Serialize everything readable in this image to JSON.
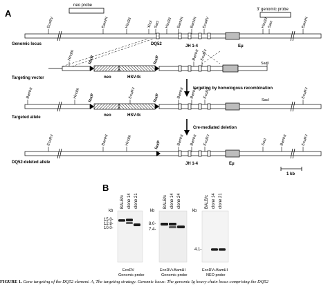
{
  "panel_a": {
    "label": "A",
    "neo_probe": "neo probe",
    "genomic_probe": "3' genomic probe",
    "rows": {
      "genomic_locus": "Genomic locus",
      "targeting_vector": "Targeting vector",
      "targeted_allele": "Targeted allele",
      "dq52_deleted_allele": "DQ52-deleted allele"
    },
    "sites": {
      "ecorv": "EcoRV",
      "bamhi": "BamHI",
      "hindiii": "HindIII",
      "xhoi": "XhoI",
      "saci": "SacI"
    },
    "features": {
      "dq52": "DQ52",
      "jh": "JH 1-4",
      "emu": "Eμ",
      "loxp": "loxP",
      "neo": "neo",
      "hsvtk": "HSV-tk"
    },
    "steps": {
      "recombination": "targeting by homologous recombination",
      "cre": "Cre-mediated deletion"
    },
    "scale": "1 kb"
  },
  "panel_b": {
    "label": "B",
    "kb": "kb",
    "blots": [
      {
        "lanes": [
          "BALB/c",
          "clone 14",
          "clone 21"
        ],
        "markers": [
          "15.0-",
          "12.8-",
          "10.0-"
        ],
        "enzyme": "EcoRV",
        "probe": "Genomic probe"
      },
      {
        "lanes": [
          "BALB/c",
          "clone 14",
          "clone 24"
        ],
        "markers": [
          "8.0-",
          "7.4-"
        ],
        "enzyme": "EcoRV+BamHI",
        "probe": "Genomic probe"
      },
      {
        "lanes": [
          "BALB/c",
          "clone 14",
          "clone 21"
        ],
        "markers": [
          "4.1-"
        ],
        "enzyme": "EcoRV+BamHI",
        "probe": "NEO probe"
      }
    ]
  },
  "caption": {
    "label": "FIGURE 1.",
    "text": "Gene targeting of the DQ52 element. A, The targeting strategy. Genomic locus: The genomic Ig heavy chain locus comprising the DQ52"
  }
}
